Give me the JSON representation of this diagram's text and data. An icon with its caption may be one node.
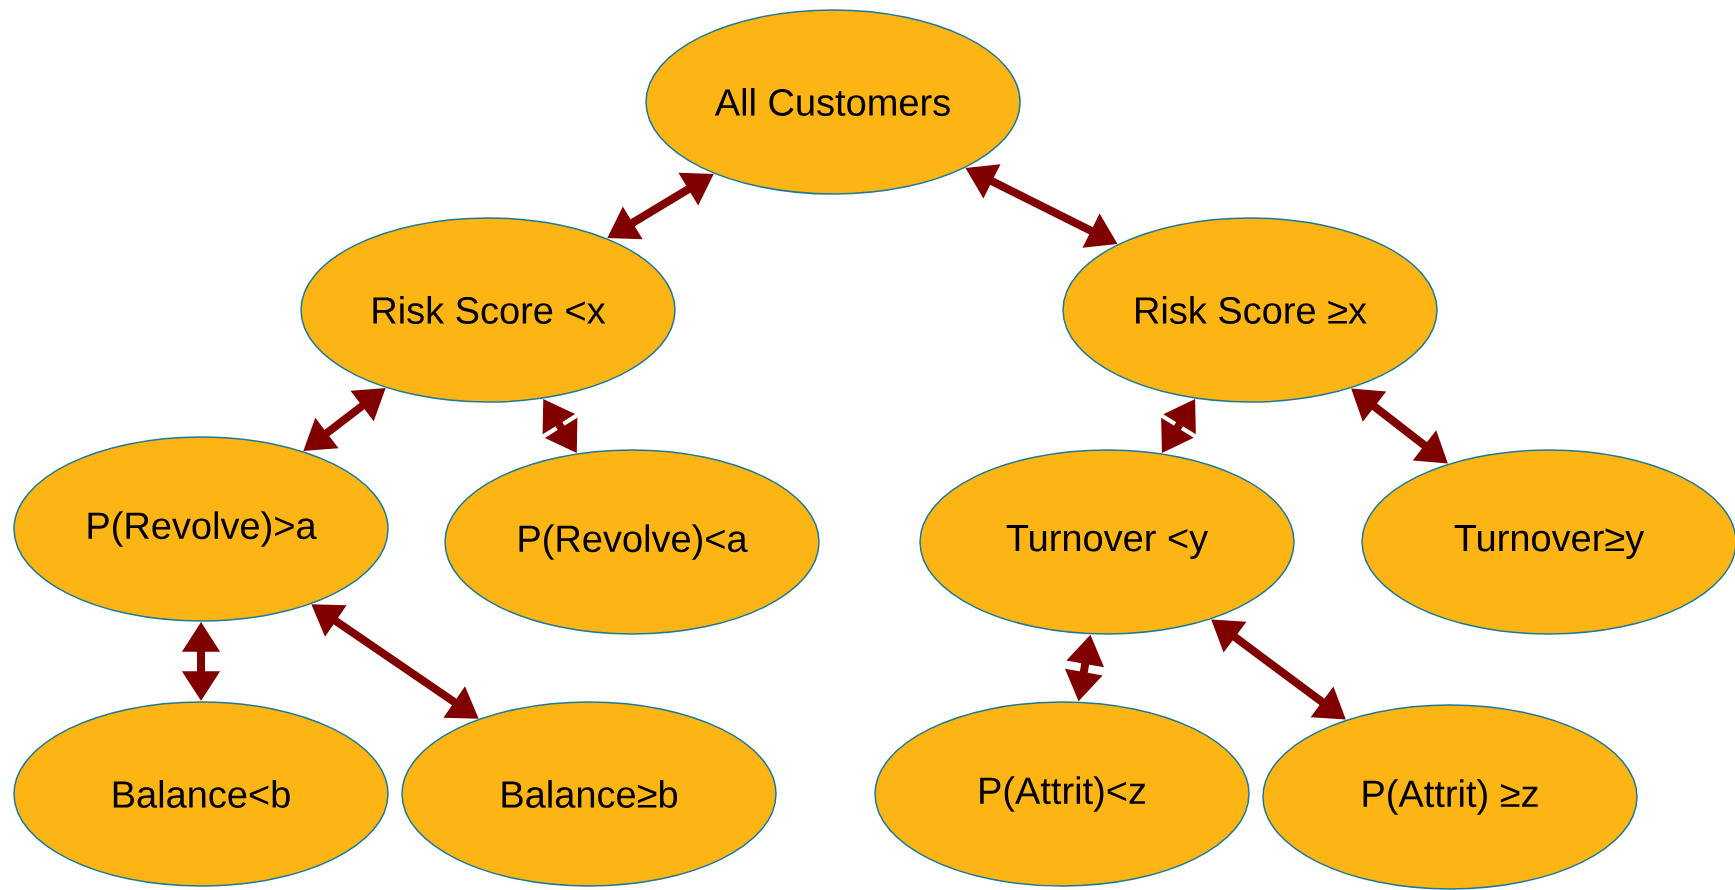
{
  "diagram": {
    "nodes": [
      {
        "text": [
          "All Customers"
        ]
      },
      {
        "text": [
          "Risk Score <x"
        ]
      },
      {
        "text": [
          "Risk Score ≥x"
        ]
      },
      {
        "text": [
          "P(Revolve)>a"
        ]
      },
      {
        "text": [
          "P(Revolve)<a"
        ]
      },
      {
        "text": [
          "Turnover <y"
        ]
      },
      {
        "text": [
          "Turnover≥y"
        ]
      },
      {
        "text": [
          "Balance<b"
        ]
      },
      {
        "text": [
          "Balance≥b"
        ]
      },
      {
        "text": [
          "P(Attrit)<z"
        ]
      },
      {
        "text": [
          "P(Attrit) ≥z"
        ]
      }
    ],
    "edges": [
      {
        "from": 0,
        "to": 1,
        "arrow": "both"
      },
      {
        "from": 0,
        "to": 2,
        "arrow": "both"
      },
      {
        "from": 1,
        "to": 3,
        "arrow": "both"
      },
      {
        "from": 1,
        "to": 4,
        "arrow": "both"
      },
      {
        "from": 2,
        "to": 5,
        "arrow": "both"
      },
      {
        "from": 2,
        "to": 6,
        "arrow": "both"
      },
      {
        "from": 3,
        "to": 7,
        "arrow": "both"
      },
      {
        "from": 3,
        "to": 8,
        "arrow": "both"
      },
      {
        "from": 5,
        "to": 9,
        "arrow": "both"
      },
      {
        "from": 5,
        "to": 10,
        "arrow": "both"
      }
    ]
  }
}
